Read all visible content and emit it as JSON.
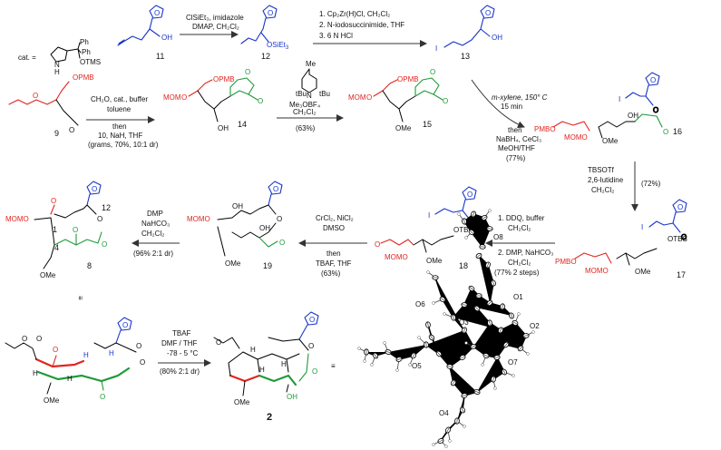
{
  "catalyst": {
    "label": "cat. =",
    "groups": [
      "Ph",
      "Ph",
      "OTMS"
    ],
    "nh": "N",
    "h": "H"
  },
  "atoms": {
    "oh": "OH",
    "osiet3": "OSiEt",
    "osiet3_sub": "3",
    "i": "I",
    "o": "O",
    "pmb": "PMB",
    "mom": "MOM",
    "momo": "MOMO",
    "pmbo": "PMBO",
    "ome": "OMe",
    "otbs": "OTBS",
    "me": "Me",
    "tbu": "tBu",
    "h": "H"
  },
  "conditions": {
    "step1": [
      "ClSiEt₃, imidazole",
      "DMAP, CH₂Cl₂"
    ],
    "step2": [
      "1.  Cp₂Zr(H)Cl, CH₂Cl₂",
      "2.  N-iodosuccinimide, THF",
      "3.  6 N HCl"
    ],
    "step3": [
      "CH₂O, cat., buffer",
      "toluene",
      "then",
      "10, NaH, THF",
      "(grams, 70%, 10:1 dr)"
    ],
    "step4_reagent": "Me₃OBF₄",
    "step4": [
      "CH₂Cl₂",
      "(63%)"
    ],
    "step5": [
      "m-xylene, 150° C",
      "15 min",
      "then",
      "NaBH₄, CeCl₃",
      "MeOH/THF",
      "(77%)"
    ],
    "step6": [
      "TBSOTf",
      "2,6-lutidine",
      "CH₂Cl₂"
    ],
    "step6_yield": "(72%)",
    "step7": [
      "1.  DDQ, buffer",
      "CH₂Cl₂",
      "2.  DMP, NaHCO₃",
      "CH₂Cl₂",
      "(77% 2 steps)"
    ],
    "step8": [
      "CrCl₂, NiCl₂",
      "DMSO",
      "then",
      "TBAF, THF",
      "(63%)"
    ],
    "step9": [
      "DMP",
      "NaHCO₃",
      "CH₂Cl₂",
      "(96% 2:1 dr)"
    ],
    "step10": [
      "TBAF",
      "DMF / THF",
      "-78 - 5 °C",
      "(80% 2:1 dr)"
    ]
  },
  "compounds": {
    "c11": "11",
    "c12": "12",
    "c13": "13",
    "c9": "9",
    "c14": "14",
    "c15": "15",
    "c16": "16",
    "c17": "17",
    "c18": "18",
    "c19": "19",
    "c8": "8",
    "c2": "2"
  },
  "numbering": {
    "n1": "1",
    "n4": "4",
    "n12": "12"
  },
  "equivalence": "≡",
  "crystal_labels": [
    "O8",
    "O6",
    "O1",
    "O3",
    "O2",
    "O5",
    "O7",
    "O4"
  ],
  "colors": {
    "blue": "#1a35c8",
    "red": "#e0261f",
    "green": "#1f9a3a"
  }
}
